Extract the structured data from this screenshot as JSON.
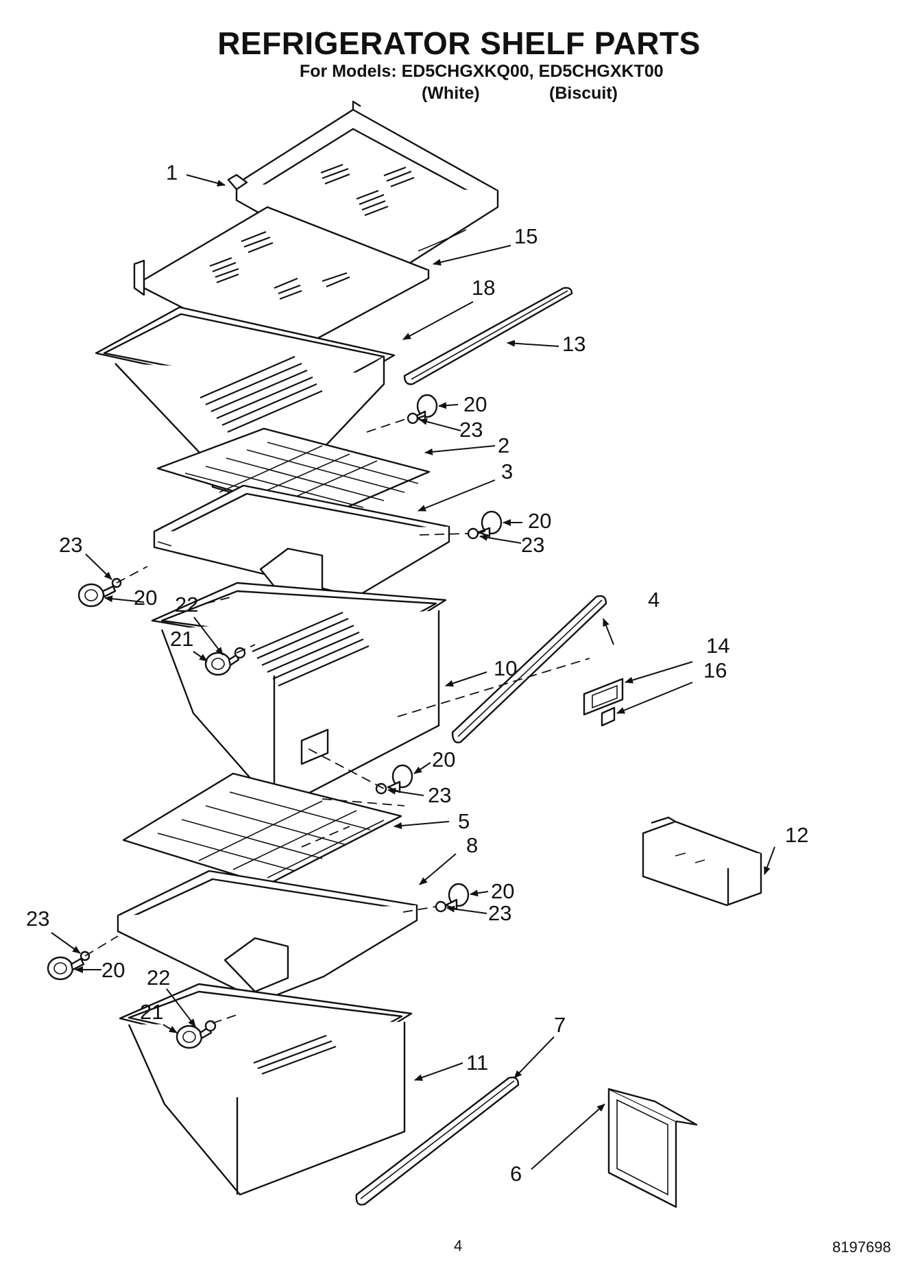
{
  "header": {
    "title": "REFRIGERATOR SHELF PARTS",
    "models_line": "For Models: ED5CHGXKQ00, ED5CHGXKT00",
    "variant_1": "(White)",
    "variant_2": "(Biscuit)"
  },
  "callouts": {
    "c1": "1",
    "c15": "15",
    "c18": "18",
    "c13": "13",
    "c20a": "20",
    "c23a": "23",
    "c2": "2",
    "c3": "3",
    "c20b": "20",
    "c23b": "23",
    "c23c": "23",
    "c20c": "20",
    "c22a": "22",
    "c21a": "21",
    "c4": "4",
    "c14": "14",
    "c16": "16",
    "c10": "10",
    "c20d": "20",
    "c23d": "23",
    "c5": "5",
    "c12": "12",
    "c8": "8",
    "c20e": "20",
    "c23e": "23",
    "c23f": "23",
    "c20f": "20",
    "c22b": "22",
    "c21b": "21",
    "c7": "7",
    "c11": "11",
    "c6": "6"
  },
  "footer": {
    "page_number": "4",
    "document_number": "8197698"
  }
}
